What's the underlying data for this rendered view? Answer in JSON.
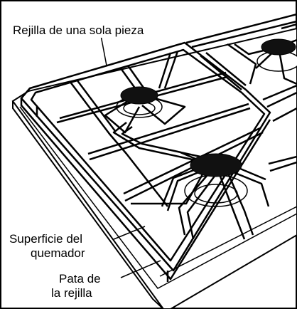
{
  "labels": {
    "grate": "Rejilla de una sola pieza",
    "surface_line1": "Superficie del",
    "surface_line2": "quemador",
    "leg_line1": "Pata de",
    "leg_line2": "la rejilla"
  },
  "colors": {
    "ink": "#000000",
    "background": "#ffffff",
    "burner_cap": "#111111",
    "surface_fill": "#ffffff"
  }
}
